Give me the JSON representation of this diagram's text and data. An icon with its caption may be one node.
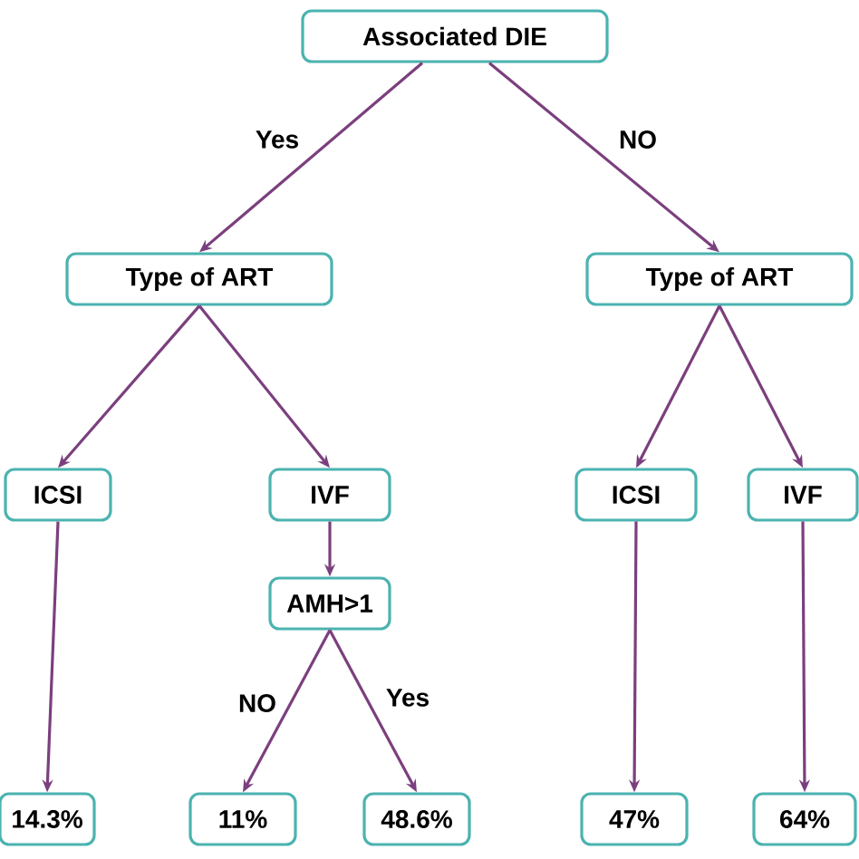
{
  "diagram": {
    "nodes": [
      {
        "text": [
          "Associated DIE"
        ]
      },
      {
        "text": [
          "Type of ART"
        ]
      },
      {
        "text": [
          "Type of ART"
        ]
      },
      {
        "text": [
          "ICSI"
        ]
      },
      {
        "text": [
          "IVF"
        ]
      },
      {
        "text": [
          "ICSI"
        ]
      },
      {
        "text": [
          "IVF"
        ]
      },
      {
        "text": [
          "AMH>1"
        ]
      },
      {
        "text": [
          "14.3%"
        ]
      },
      {
        "text": [
          "11%"
        ]
      },
      {
        "text": [
          "48.6%"
        ]
      },
      {
        "text": [
          "47%"
        ]
      },
      {
        "text": [
          "64%"
        ]
      }
    ],
    "edges": [
      {
        "from": 0,
        "to": 1,
        "arrow": "to",
        "label": "Yes"
      },
      {
        "from": 0,
        "to": 2,
        "arrow": "to",
        "label": "NO"
      },
      {
        "from": 1,
        "to": 3,
        "arrow": "to"
      },
      {
        "from": 1,
        "to": 4,
        "arrow": "to"
      },
      {
        "from": 2,
        "to": 5,
        "arrow": "to"
      },
      {
        "from": 2,
        "to": 6,
        "arrow": "to"
      },
      {
        "from": 4,
        "to": 7,
        "arrow": "to"
      },
      {
        "from": 3,
        "to": 8,
        "arrow": "to"
      },
      {
        "from": 7,
        "to": 9,
        "arrow": "to",
        "label": "NO"
      },
      {
        "from": 7,
        "to": 10,
        "arrow": "to",
        "label": "Yes"
      },
      {
        "from": 5,
        "to": 11,
        "arrow": "to"
      },
      {
        "from": 6,
        "to": 12,
        "arrow": "to"
      }
    ]
  }
}
